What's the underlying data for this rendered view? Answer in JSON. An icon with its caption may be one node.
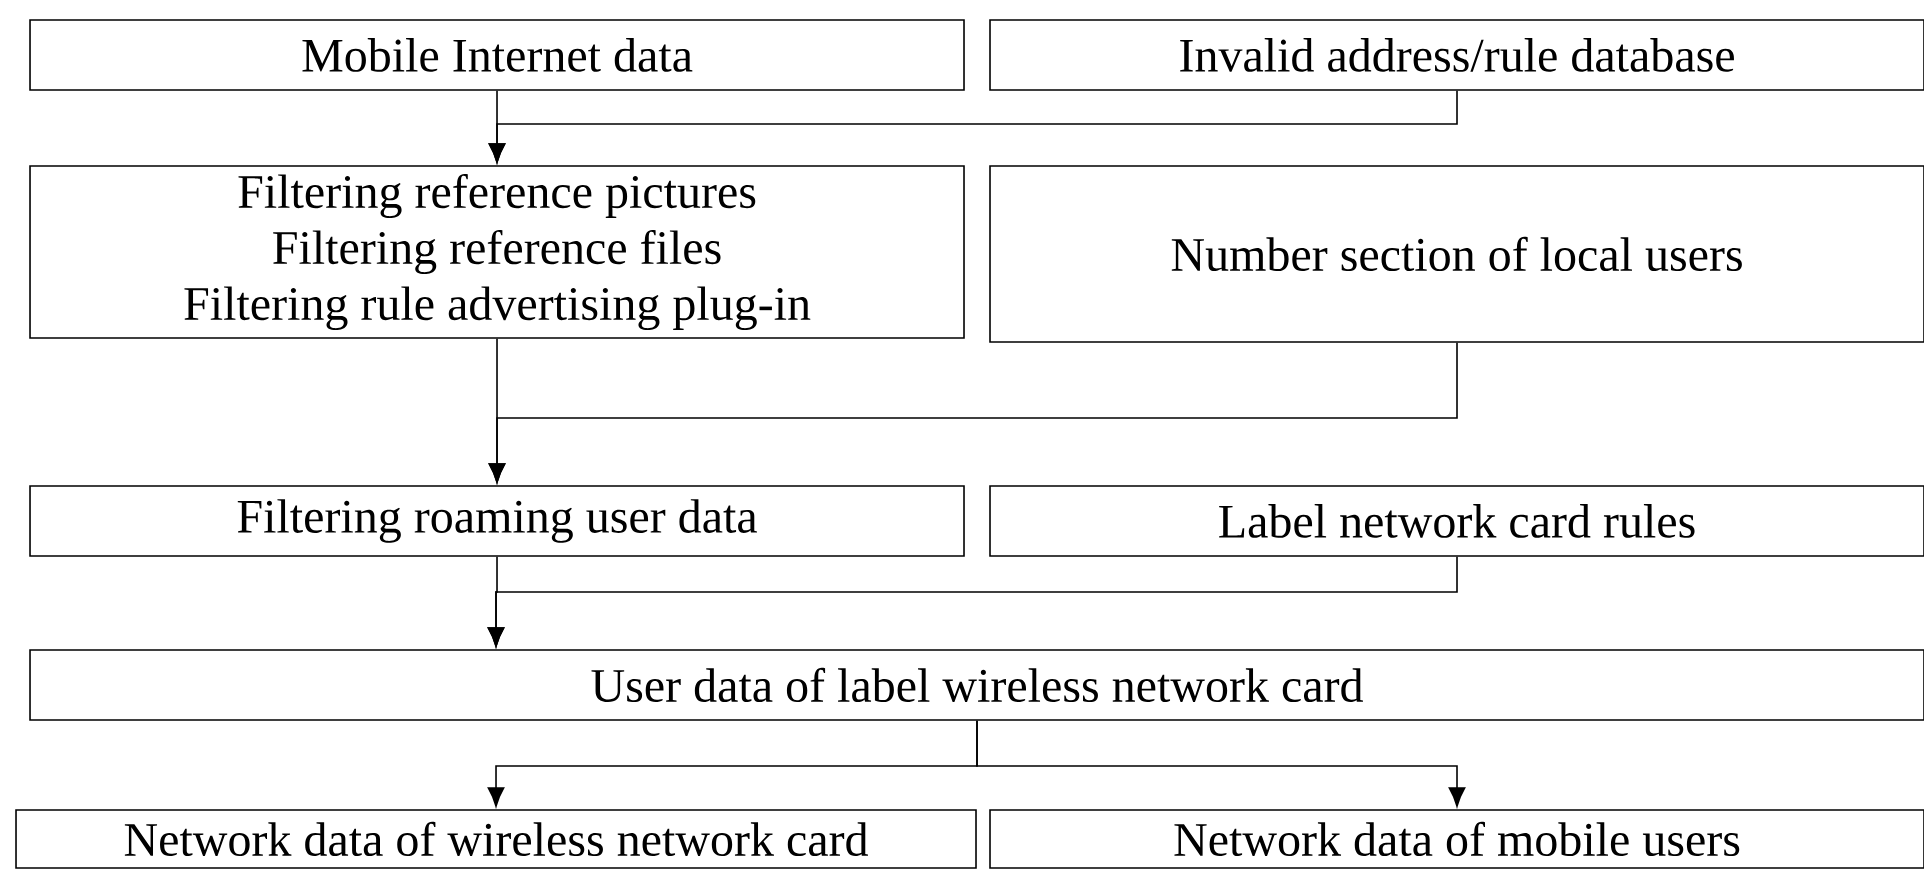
{
  "diagram": {
    "nodes": [
      {
        "text": [
          "Mobile Internet data"
        ]
      },
      {
        "text": [
          "Invalid address/rule database"
        ]
      },
      {
        "text": [
          "Filtering reference pictures",
          "Filtering reference files",
          "Filtering rule advertising plug-in"
        ]
      },
      {
        "text": [
          "Number section of local users"
        ]
      },
      {
        "text": [
          "Filtering roaming user data"
        ]
      },
      {
        "text": [
          "Label network card rules"
        ]
      },
      {
        "text": [
          "User data of label wireless network card"
        ]
      },
      {
        "text": [
          "Network data of wireless network card"
        ]
      },
      {
        "text": [
          "Network data of mobile users"
        ]
      }
    ],
    "edges": [
      {
        "from": 0,
        "to": 2,
        "arrow": "to"
      },
      {
        "from": 1,
        "to": 2,
        "arrow": "to"
      },
      {
        "from": 2,
        "to": 4,
        "arrow": "to"
      },
      {
        "from": 3,
        "to": 4,
        "arrow": "to"
      },
      {
        "from": 4,
        "to": 6,
        "arrow": "to"
      },
      {
        "from": 5,
        "to": 6,
        "arrow": "to"
      },
      {
        "from": 6,
        "to": 7,
        "arrow": "to"
      },
      {
        "from": 6,
        "to": 8,
        "arrow": "to"
      }
    ]
  }
}
